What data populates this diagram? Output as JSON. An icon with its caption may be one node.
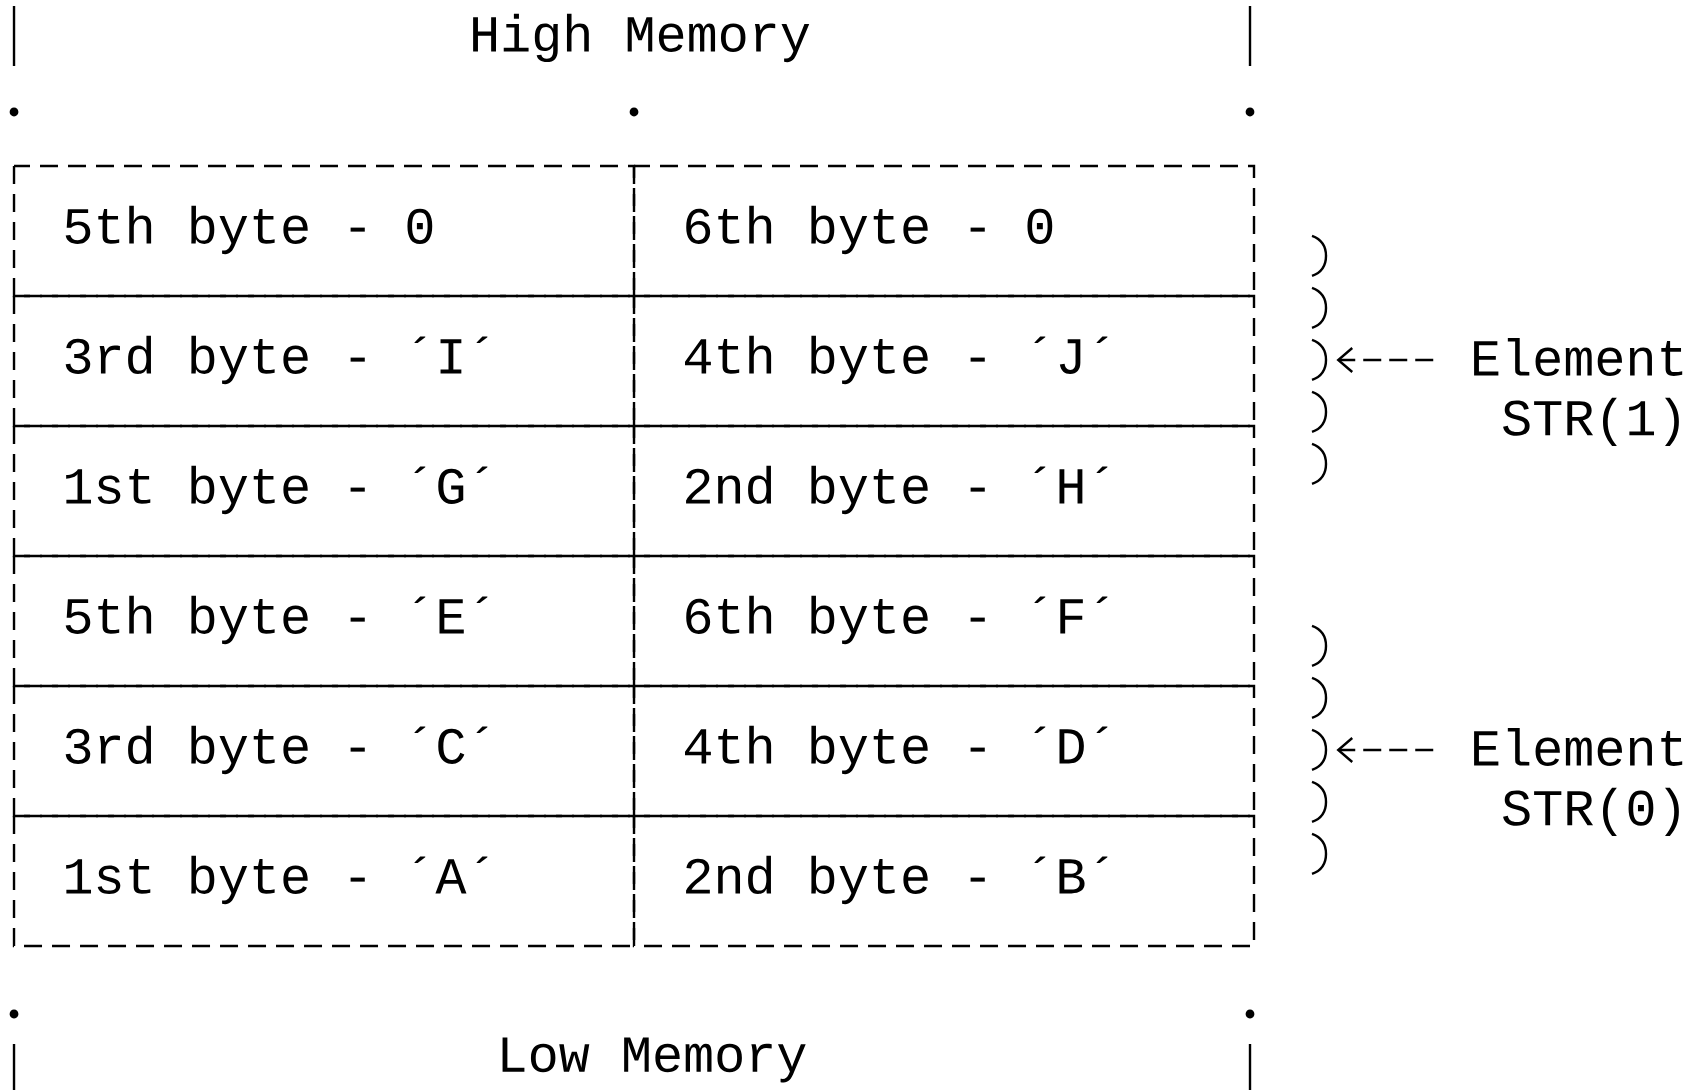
{
  "diagram": {
    "nodes": [
      {
        "text": [
          "5th byte - 0"
        ]
      },
      {
        "text": [
          "6th byte - 0"
        ]
      },
      {
        "text": [
          "3rd byte - ´I´"
        ]
      },
      {
        "text": [
          "4th byte - ´J´"
        ]
      },
      {
        "text": [
          "1st byte - ´G´"
        ]
      },
      {
        "text": [
          "2nd byte - ´H´"
        ]
      },
      {
        "text": [
          "5th byte - ´E´"
        ]
      },
      {
        "text": [
          "6th byte - ´F´"
        ]
      },
      {
        "text": [
          "3rd byte - ´C´"
        ]
      },
      {
        "text": [
          "4th byte - ´D´"
        ]
      },
      {
        "text": [
          "1st byte - ´A´"
        ]
      },
      {
        "text": [
          "2nd byte - ´B´"
        ]
      },
      {
        "text": [],
        "shape": "bracket"
      },
      {
        "text": [
          "Element STR(1)"
        ]
      },
      {
        "text": [],
        "shape": "bracket"
      },
      {
        "text": [
          "Element STR(0)"
        ]
      }
    ],
    "edges": [
      {
        "from": 13,
        "to": 12,
        "arrow": "to"
      },
      {
        "from": 15,
        "to": 14,
        "arrow": "to"
      }
    ],
    "labels": [
      "High Memory",
      "Low Memory"
    ]
  }
}
